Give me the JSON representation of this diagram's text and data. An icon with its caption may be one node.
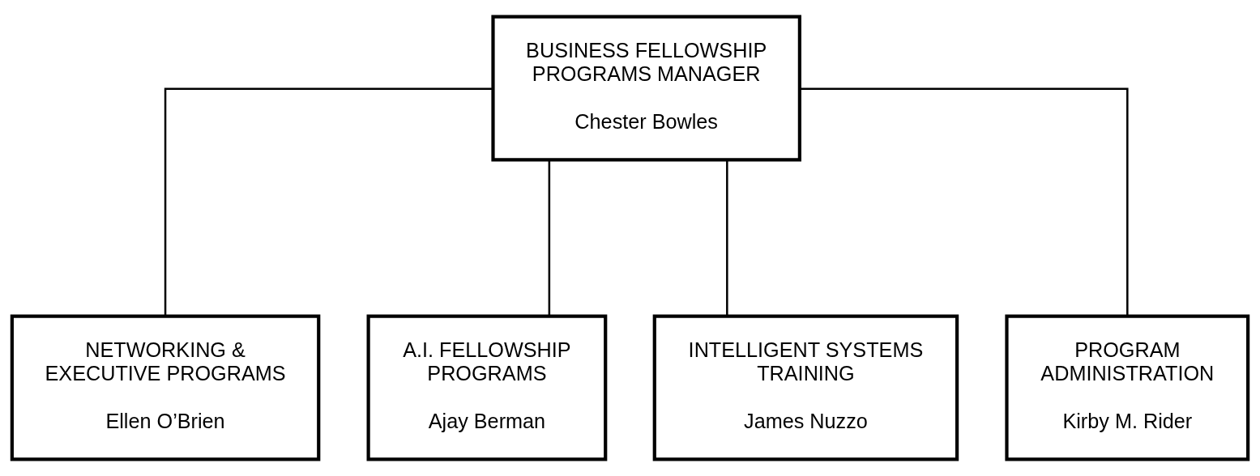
{
  "diagram": {
    "nodes": [
      {
        "text": [
          "BUSINESS FELLOWSHIP PROGRAMS MANAGER",
          "Chester Bowles"
        ]
      },
      {
        "text": [
          "NETWORKING & EXECUTIVE PROGRAMS",
          "Ellen O’Brien"
        ]
      },
      {
        "text": [
          "A.I. FELLOWSHIP PROGRAMS",
          "Ajay Berman"
        ]
      },
      {
        "text": [
          "INTELLIGENT SYSTEMS TRAINING",
          "James Nuzzo"
        ]
      },
      {
        "text": [
          "PROGRAM ADMINISTRATION",
          "Kirby M. Rider"
        ]
      }
    ],
    "edges": [
      {
        "from": 0,
        "to": 1,
        "arrow": "none"
      },
      {
        "from": 0,
        "to": 2,
        "arrow": "none"
      },
      {
        "from": 0,
        "to": 3,
        "arrow": "none"
      },
      {
        "from": 0,
        "to": 4,
        "arrow": "none"
      }
    ]
  }
}
